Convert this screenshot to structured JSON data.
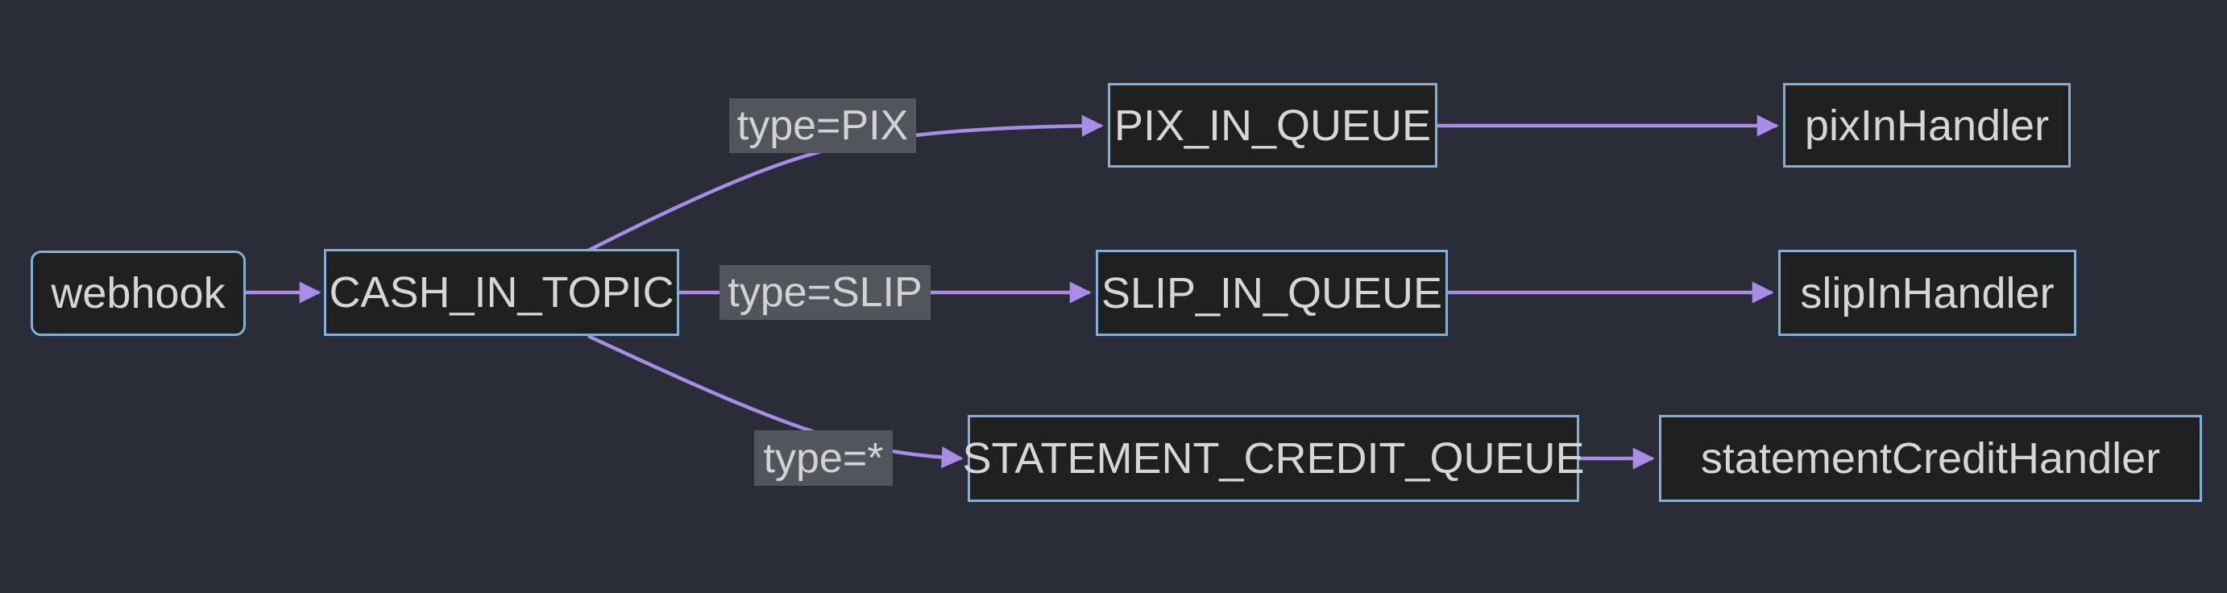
{
  "diagram": {
    "type": "flowchart",
    "direction": "left-to-right",
    "colors": {
      "background": "#2a2c38",
      "node_fill": "#1f2020",
      "node_border": "#84aed6",
      "node_text": "#d6d6d6",
      "edge": "#a98ce6",
      "label_bg": "#52555c",
      "label_text": "#d2d2d2"
    },
    "nodes": [
      {
        "id": "webhook",
        "label": "webhook",
        "shape": "rounded-rect"
      },
      {
        "id": "cash_in_topic",
        "label": "CASH_IN_TOPIC",
        "shape": "rect"
      },
      {
        "id": "pix_in_queue",
        "label": "PIX_IN_QUEUE",
        "shape": "rect"
      },
      {
        "id": "pix_in_handler",
        "label": "pixInHandler",
        "shape": "rect"
      },
      {
        "id": "slip_in_queue",
        "label": "SLIP_IN_QUEUE",
        "shape": "rect"
      },
      {
        "id": "slip_in_handler",
        "label": "slipInHandler",
        "shape": "rect"
      },
      {
        "id": "statement_credit_queue",
        "label": "STATEMENT_CREDIT_QUEUE",
        "shape": "rect"
      },
      {
        "id": "statement_credit_handler",
        "label": "statementCreditHandler",
        "shape": "rect"
      }
    ],
    "edges": [
      {
        "from": "webhook",
        "to": "cash_in_topic",
        "label": ""
      },
      {
        "from": "cash_in_topic",
        "to": "pix_in_queue",
        "label": "type=PIX"
      },
      {
        "from": "cash_in_topic",
        "to": "slip_in_queue",
        "label": "type=SLIP"
      },
      {
        "from": "cash_in_topic",
        "to": "statement_credit_queue",
        "label": "type=*"
      },
      {
        "from": "pix_in_queue",
        "to": "pix_in_handler",
        "label": ""
      },
      {
        "from": "slip_in_queue",
        "to": "slip_in_handler",
        "label": ""
      },
      {
        "from": "statement_credit_queue",
        "to": "statement_credit_handler",
        "label": ""
      }
    ]
  }
}
